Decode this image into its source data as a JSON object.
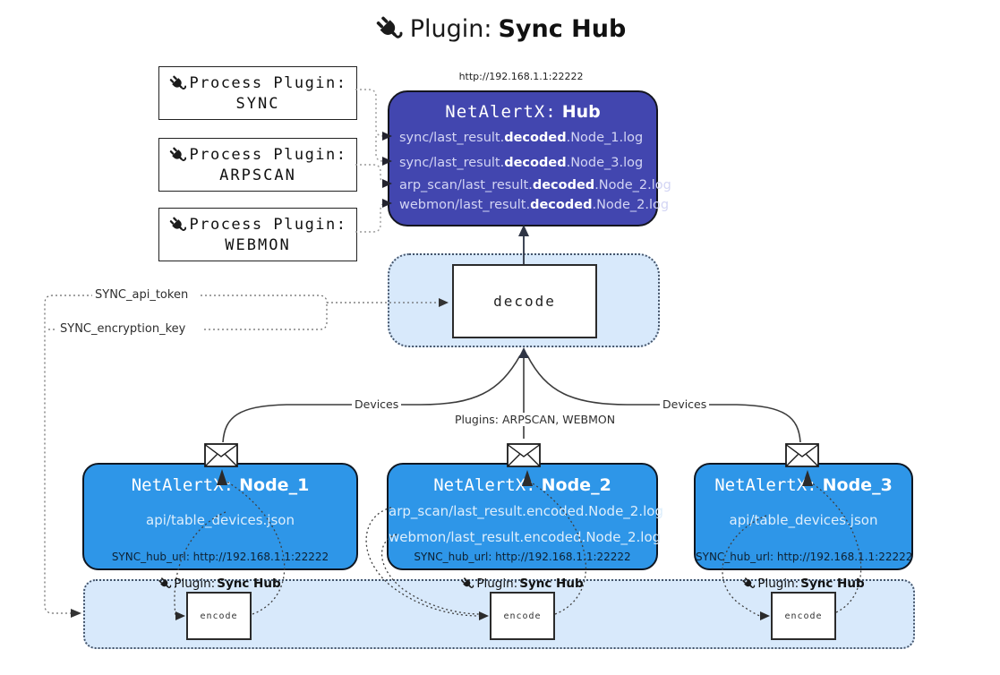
{
  "title": {
    "label": "Plugin:",
    "name": "Sync Hub"
  },
  "process_plugins": [
    {
      "label": "Process Plugin:",
      "name": "SYNC"
    },
    {
      "label": "Process Plugin:",
      "name": "ARPSCAN"
    },
    {
      "label": "Process Plugin:",
      "name": "WEBMON"
    }
  ],
  "hub": {
    "url": "http://192.168.1.1:22222",
    "app": "NetAlertX:",
    "name": "Hub",
    "logs": [
      {
        "pre": "sync/last_result.",
        "bold": "decoded",
        "post": ".Node_1.log"
      },
      {
        "pre": "sync/last_result.",
        "bold": "decoded",
        "post": ".Node_3.log"
      },
      {
        "pre": "arp_scan/last_result.",
        "bold": "decoded",
        "post": ".Node_2.log"
      },
      {
        "pre": "webmon/last_result.",
        "bold": "decoded",
        "post": ".Node_2.log"
      }
    ]
  },
  "decode_label": "decode",
  "settings": {
    "api_token": "SYNC_api_token",
    "encryption_key": "SYNC_encryption_key"
  },
  "edge_labels": {
    "devices_left": "Devices",
    "plugins": "Plugins: ARPSCAN, WEBMON",
    "devices_right": "Devices"
  },
  "nodes": [
    {
      "app": "NetAlertX:",
      "name": "Node_1",
      "files": [
        "api/table_devices.json"
      ],
      "hub_url": "SYNC_hub_url: http://192.168.1.1:22222"
    },
    {
      "app": "NetAlertX:",
      "name": "Node_2",
      "files": [
        "arp_scan/last_result.encoded.Node_2.log",
        "webmon/last_result.encoded.Node_2.log"
      ],
      "hub_url": "SYNC_hub_url: http://192.168.1.1:22222"
    },
    {
      "app": "NetAlertX:",
      "name": "Node_3",
      "files": [
        "api/table_devices.json"
      ],
      "hub_url": "SYNC_hub_url: http://192.168.1.1:22222"
    }
  ],
  "encoders": [
    {
      "label": "Plugin:",
      "name": "Sync Hub",
      "action": "encode"
    },
    {
      "label": "Plugin:",
      "name": "Sync Hub",
      "action": "encode"
    },
    {
      "label": "Plugin:",
      "name": "Sync Hub",
      "action": "encode"
    }
  ],
  "colors": {
    "hub_fill": "#4246af",
    "node_fill": "#2e96e8",
    "container_fill": "#d8e9fb",
    "line_dark": "#3c3c3c"
  }
}
